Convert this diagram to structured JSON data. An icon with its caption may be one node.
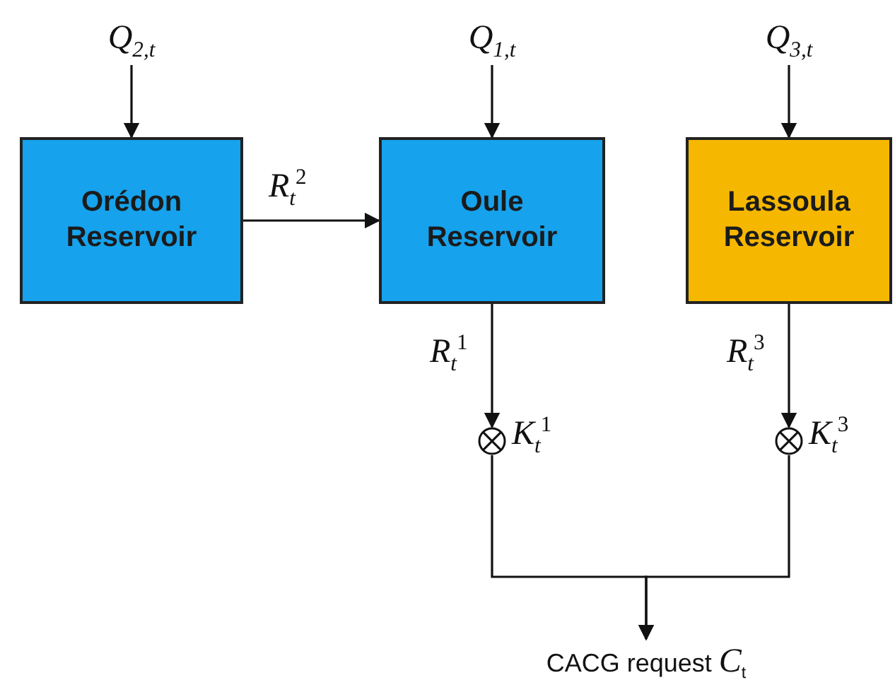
{
  "diagram": {
    "nodes": [
      {
        "text": [
          "*Q*$_{2,t}$"
        ]
      },
      {
        "text": [
          "*Q*$_{1,t}$"
        ]
      },
      {
        "text": [
          "*Q*$_{3,t}$"
        ]
      },
      {
        "text": [
          "Orédon Reservoir"
        ]
      },
      {
        "text": [
          "Oule Reservoir"
        ]
      },
      {
        "text": [
          "Lassoula Reservoir"
        ]
      },
      {
        "text": [],
        "shape": "circle",
        "beside": [
          "*K*$_{t}$$^{1}$"
        ]
      },
      {
        "text": [],
        "shape": "circle",
        "beside": [
          "*K*$_{t}$$^{3}$"
        ]
      },
      {
        "text": [
          "CACG request *C*$_{t}$"
        ]
      }
    ],
    "edges": [
      {
        "from": 0,
        "to": 3,
        "arrow": "to"
      },
      {
        "from": 1,
        "to": 4,
        "arrow": "to"
      },
      {
        "from": 2,
        "to": 5,
        "arrow": "to"
      },
      {
        "from": 3,
        "to": 4,
        "arrow": "to",
        "label": "*R*$_{t}$$^{2}$"
      },
      {
        "from": 4,
        "to": 6,
        "arrow": "to",
        "label": "*R*$_{t}$$^{1}$"
      },
      {
        "from": 5,
        "to": 7,
        "arrow": "to",
        "label": "*R*$_{t}$$^{3}$"
      },
      {
        "from": 6,
        "to": 8,
        "arrow": "to"
      },
      {
        "from": 7,
        "to": 8,
        "arrow": "to"
      }
    ]
  }
}
